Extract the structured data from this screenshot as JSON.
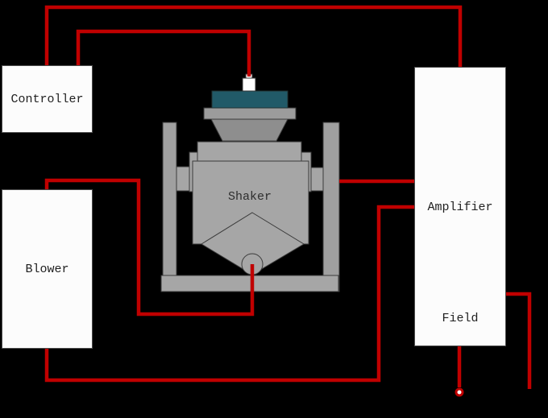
{
  "canvas": {
    "background": "#000000"
  },
  "labels": {
    "controller": "Controller",
    "blower": "Blower",
    "shaker": "Shaker",
    "amplifier": "Amplifier",
    "field": "Field"
  },
  "colors": {
    "wire": "#c00000",
    "fixture_teal": "#215a68",
    "machine_gray": "#a6a6a6",
    "box_fill": "#fcfcfc",
    "terminal_dot_fill": "#ffffff"
  },
  "connections": [
    {
      "from": "controller-top",
      "to": "amplifier-top",
      "route": "outer top run"
    },
    {
      "from": "controller-top",
      "to": "sensor-on-shaker-table",
      "route": "inner top run"
    },
    {
      "from": "shaker-right-trunnion",
      "to": "amplifier-left",
      "route": "horizontal"
    },
    {
      "from": "blower-top",
      "to": "shaker-bottom-ball",
      "route": "under shaker"
    },
    {
      "from": "blower-bottom",
      "to": "amplifier-left-lower",
      "route": "bottom run"
    },
    {
      "from": "amplifier-right",
      "to": "open-wire-end-bottom-right",
      "route": "down"
    },
    {
      "from": "amplifier-bottom",
      "to": "dot-terminal",
      "route": "down"
    }
  ]
}
